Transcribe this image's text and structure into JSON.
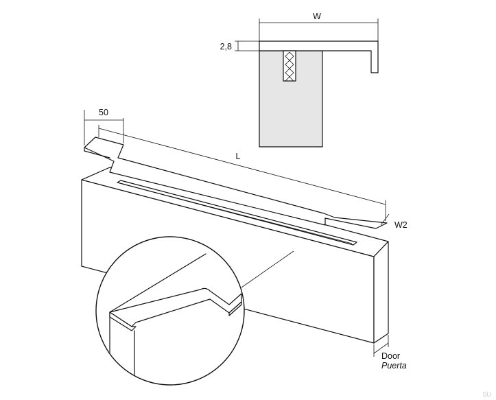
{
  "labels": {
    "width": "W",
    "thickness": "2,8",
    "tab_length": "50",
    "length": "L",
    "width2": "W2",
    "door_en": "Door",
    "door_es": "Puerta",
    "watermark": "SU"
  }
}
